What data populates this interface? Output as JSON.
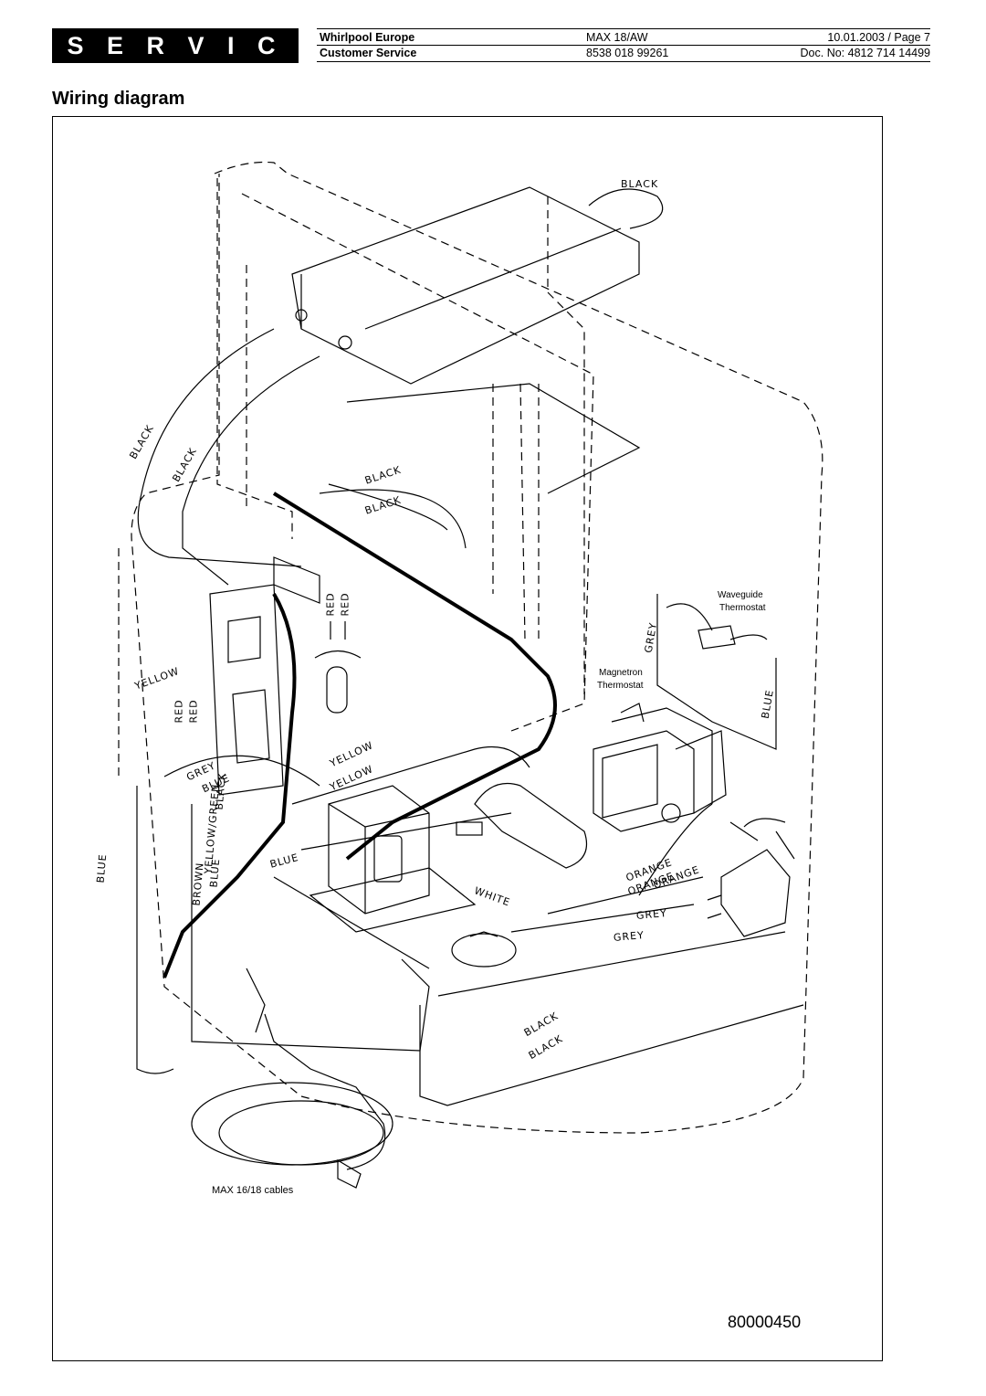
{
  "header": {
    "logo": "S E R V I C E",
    "company": "Whirlpool Europe",
    "department": "Customer Service",
    "model": "MAX 18/AW",
    "part_number": "8538 018 99261",
    "date_page": "10.01.2003 / Page 7",
    "doc_no": "Doc. No: 4812 714 14499"
  },
  "title": "Wiring diagram",
  "diagram": {
    "labels": {
      "waveguide": "Waveguide",
      "thermostat1": "Thermostat",
      "magnetron": "Magnetron",
      "thermostat2": "Thermostat"
    },
    "wires": {
      "black_top": "BLACK",
      "black_left1": "BLACK",
      "black_left2": "BLACK",
      "black_mid1": "BLACK",
      "black_mid2": "BLACK",
      "yellow_left": "YELLOW",
      "red1": "RED",
      "red2": "RED",
      "red3": "RED",
      "red4": "RED",
      "grey_left": "GREY",
      "blue_left": "BLUE",
      "blue_bottom": "BLUE",
      "black_vert": "BLACK",
      "brown": "BROWN",
      "blue_vert": "BLUE",
      "yellow_green": "YELLOW/GREEN",
      "blue_mid": "BLUE",
      "yellow1": "YELLOW",
      "yellow2": "YELLOW",
      "white": "WHITE",
      "orange1": "ORANGE",
      "orange2": "ORANGE",
      "orange3": "ORANGE",
      "grey1": "GREY",
      "grey2": "GREY",
      "grey_right": "GREY",
      "blue_right": "BLUE",
      "black_b1": "BLACK",
      "black_b2": "BLACK"
    },
    "caption": "MAX 16/18 cables",
    "drawing_number": "80000450"
  }
}
